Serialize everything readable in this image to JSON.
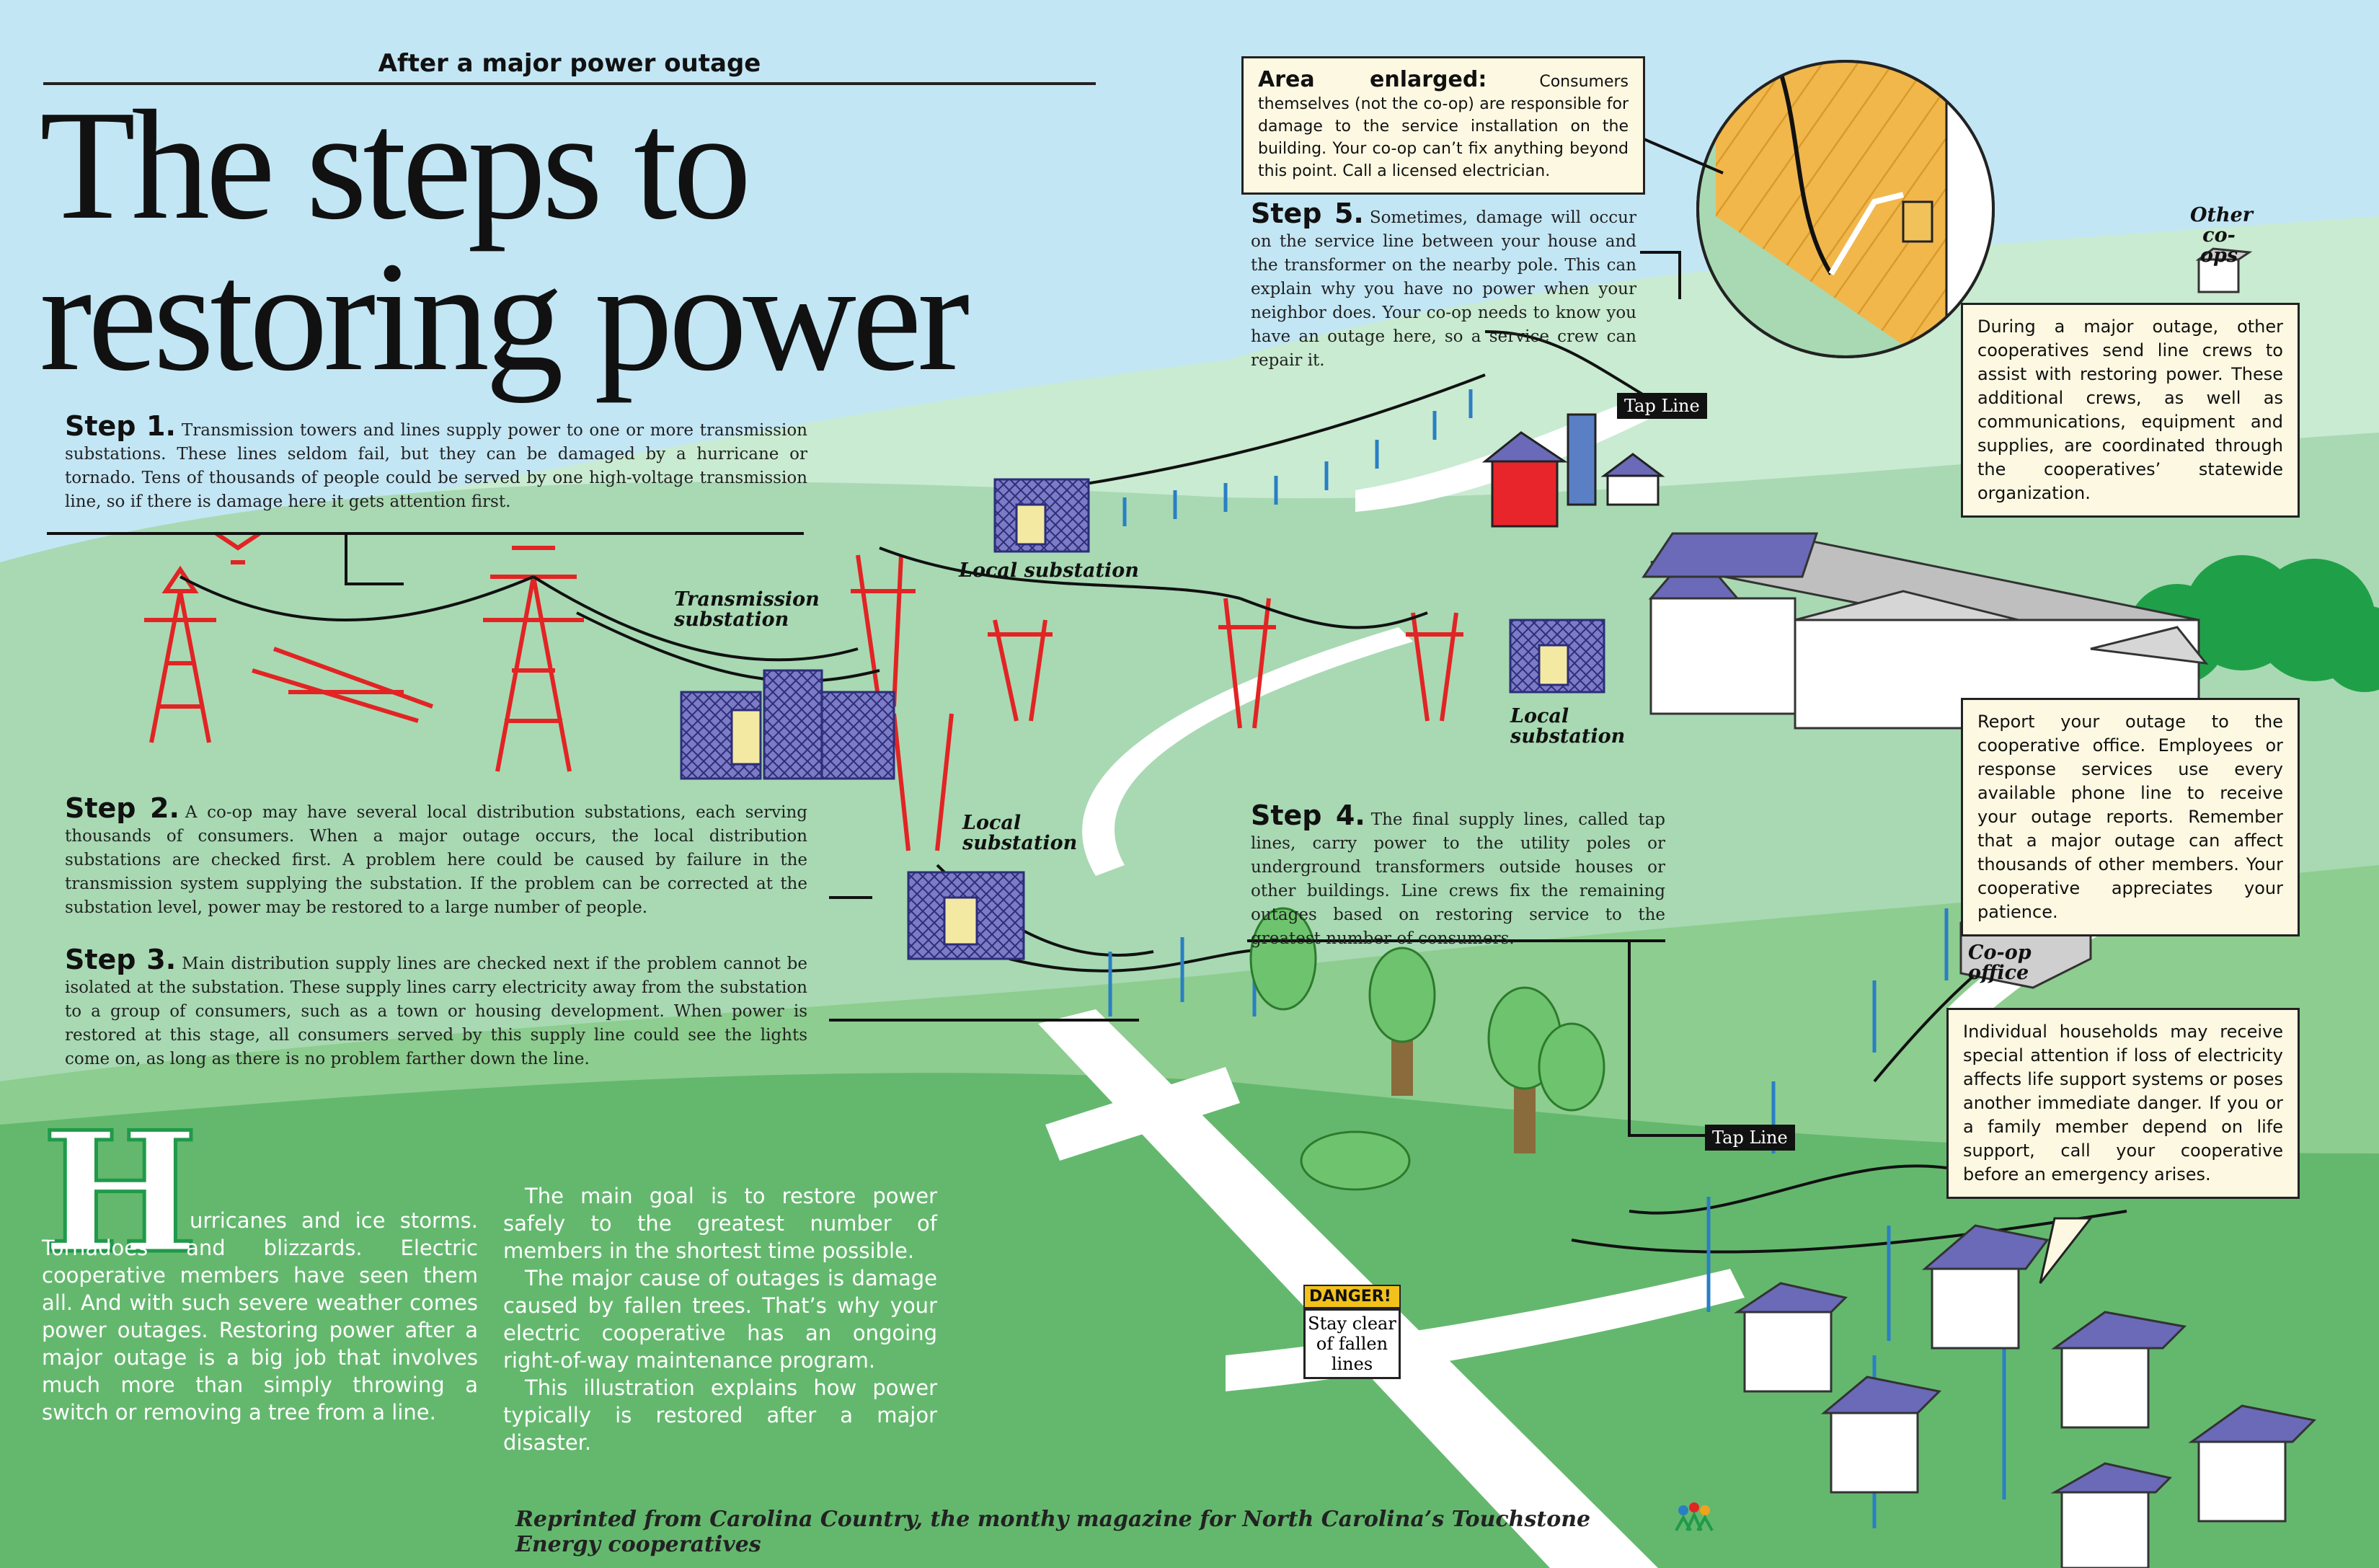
{
  "header": {
    "kicker": "After a major power outage",
    "title": "The steps to\nrestoring power"
  },
  "steps": [
    {
      "label": "Step 1.",
      "text": "Transmission towers and lines supply power to one or more transmission substations. These lines seldom fail, but they can be damaged by a hurricane or tornado. Tens of thousands of people could be served by one high-voltage transmission line, so if there is damage here it gets attention first."
    },
    {
      "label": "Step 2.",
      "text": "A co-op may have several local distribution substations, each serving thousands of consumers. When a major outage occurs, the local distribution substations are checked first. A problem here could be caused by failure in the transmission system supplying the substation. If the problem can be corrected at the substation level, power may be restored to a large number of people."
    },
    {
      "label": "Step 3.",
      "text": "Main distribution supply lines are checked next if the problem cannot be isolated at the substation. These supply lines carry electricity away from the substation to a group of consumers, such as a town or housing development. When power is restored at this stage, all consumers served by this supply line could see the lights come on, as long as there is no problem farther down the line."
    },
    {
      "label": "Step 4.",
      "text": "The final supply lines, called tap lines, carry power to the utility poles or underground transformers outside houses or other buildings. Line crews fix the remaining outages based on restoring service to the greatest number of consumers."
    },
    {
      "label": "Step 5.",
      "text": "Sometimes, damage will occur on the service line between your house and the transformer on the nearby pole. This can explain why you have no power when your neighbor does. Your co-op needs to know you have an outage here, so a service crew can repair it."
    }
  ],
  "area_enlarged": {
    "label": "Area enlarged:",
    "text": "Consumers themselves (not the co-op) are responsible for damage to the service installation on the building. Your co-op can’t fix anything beyond this point. Call a licensed electrician."
  },
  "callouts": {
    "other_coops": "During a major outage, other cooperatives send line crews to assist with restoring power. These additional crews, as well as communications, equipment and supplies, are coordinated through the cooperatives’ statewide organization.",
    "report": "Report your outage to the cooperative office. Employees or response services use every available phone line to receive your outage reports. Remember that a major outage can affect thousands of other members. Your cooperative appreciates your patience.",
    "households": "Individual households may receive special attention if loss of electricity affects life support systems or poses another immediate danger. If you or a family member depend on life support, call your cooperative before an emergency arises."
  },
  "labels": {
    "transmission_substation": "Transmission substation",
    "local_substation_top": "Local substation",
    "local_substation_right": "Local substation",
    "local_substation_left": "Local substation",
    "other_coops": "Other co-ops",
    "coop_office": "Co-op office",
    "tap_line_top": "Tap Line",
    "tap_line_bottom": "Tap Line"
  },
  "danger": {
    "badge": "DANGER!",
    "text": "Stay clear of fallen lines"
  },
  "intro": {
    "dropcap": "H",
    "col1": "urricanes and ice storms. Tornadoes and blizzards. Electric cooperative members have seen them all. And with such severe weather comes power outages. Restoring power after a major outage is a big job that involves much more than simply throwing a switch or removing a tree from a line.",
    "col2_p1": "The main goal is to restore power safely to the greatest number of members in the shortest time possible.",
    "col2_p2": "The major cause of outages is damage caused by fallen trees. That’s why your electric cooperative has an ongoing right-of-way maintenance program.",
    "col2_p3": "This illustration explains how power typically is restored after a major disaster."
  },
  "credit": "Reprinted from Carolina Country, the monthy magazine for North Carolina’s Touchstone Energy cooperatives",
  "colors": {
    "sky": "#c3e6f5",
    "light_green": "#a8d9b3",
    "mid_green": "#8dcd8f",
    "dark_green": "#64b86e",
    "tower_red": "#e22424",
    "substation_purple": "#6a6ab8",
    "pole_blue": "#2a7fc4",
    "callout_bg": "#fdf8e1",
    "dropcap_green": "#1f9a4a"
  }
}
